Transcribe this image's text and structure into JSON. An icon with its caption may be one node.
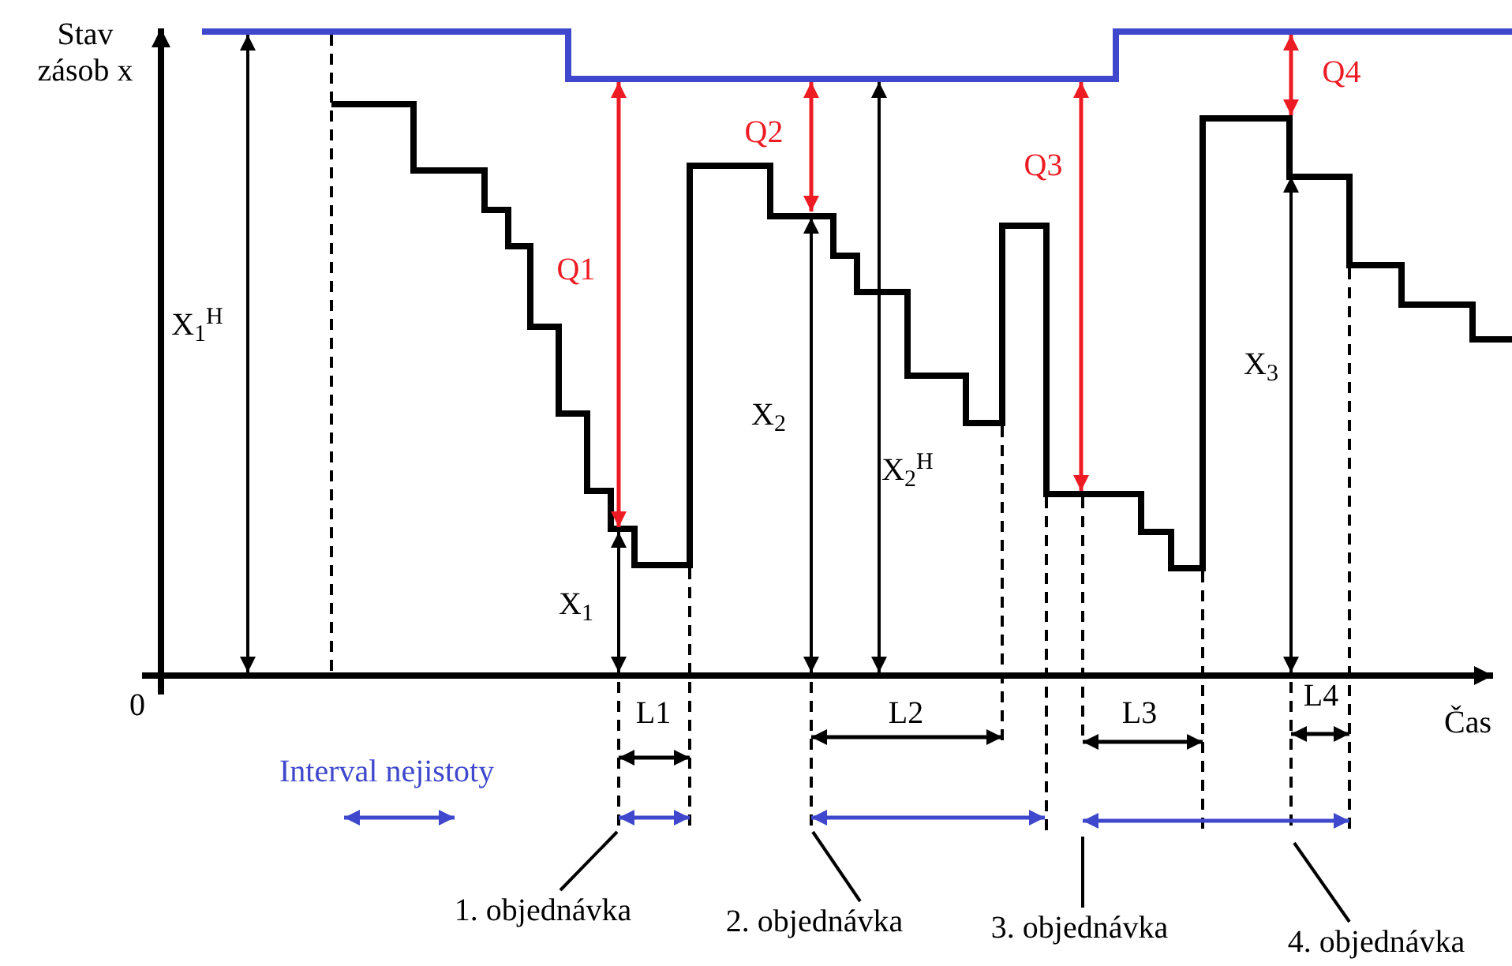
{
  "diagram": {
    "nodes": [
      {
        "text": [
          "1. objednávka"
        ]
      },
      {
        "text": [
          "2. objednávka"
        ]
      },
      {
        "text": [
          "3. objednávka"
        ]
      },
      {
        "text": [
          "4. objednávka"
        ]
      }
    ],
    "edges": [
      {
        "from": 0,
        "to": null,
        "arrow": "none"
      },
      {
        "from": 1,
        "to": null,
        "arrow": "none"
      },
      {
        "from": 2,
        "to": null,
        "arrow": "none"
      },
      {
        "from": 3,
        "to": null,
        "arrow": "none"
      }
    ],
    "labels": [
      "Stav zásob x",
      "X$_{1}$$^{H}$",
      "Q1",
      "Q2",
      "Q4",
      "Q3",
      "X$_{2}$",
      "X$_{3}$",
      "X$_{2}$$^{H}$",
      "X$_{1}$",
      "0",
      "L1",
      "L2",
      "L3",
      "L4",
      "Čas"
    ],
    "legend": [
      {
        "text": "Interval nejistoty"
      }
    ]
  }
}
